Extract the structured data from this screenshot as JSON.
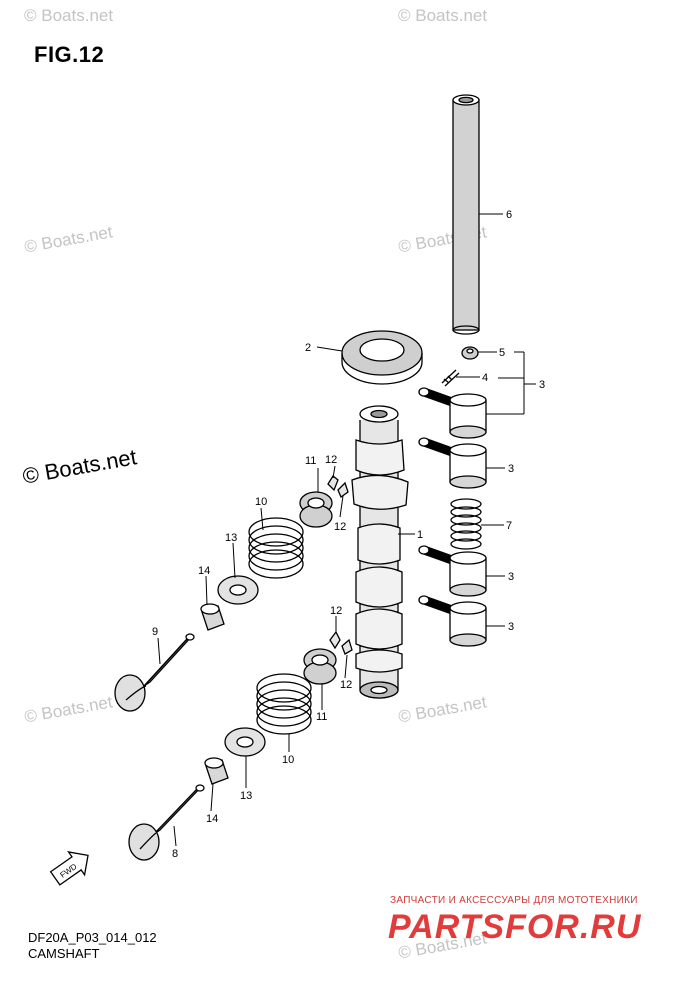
{
  "figure": {
    "title": "FIG.12",
    "code": "DF20A_P03_014_012",
    "name": "CAMSHAFT"
  },
  "watermarks": {
    "small": "© Boats.net",
    "large": "© Boats.net"
  },
  "callouts": [
    "1",
    "2",
    "3",
    "3",
    "3",
    "3",
    "4",
    "5",
    "6",
    "7",
    "8",
    "9",
    "10",
    "10",
    "11",
    "11",
    "12",
    "12",
    "12",
    "12",
    "13",
    "13",
    "14",
    "14"
  ],
  "fwd_label": "FWD",
  "advert": {
    "tagline": "ЗАПЧАСТИ И АКСЕССУАРЫ ДЛЯ МОТОТЕХНИКИ",
    "logo": "PARTSFOR.RU"
  }
}
